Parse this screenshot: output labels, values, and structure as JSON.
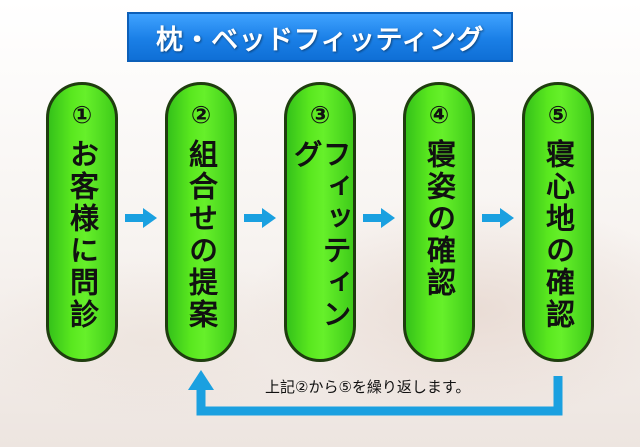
{
  "title": "枕・ベッドフィッティング",
  "steps": [
    {
      "num": "①",
      "label": "お客様に問診"
    },
    {
      "num": "②",
      "label": "組合せの提案"
    },
    {
      "num": "③",
      "label": "フィッティング"
    },
    {
      "num": "④",
      "label": "寝姿の確認"
    },
    {
      "num": "⑤",
      "label": "寝心地の確認"
    }
  ],
  "note": "上記②から⑤を繰り返します。",
  "colors": {
    "title_bg": "#1a7fe6",
    "pill_green": "#5ae81f",
    "arrow_blue": "#1aa0e0"
  },
  "icons": [
    "arrow-right-icon",
    "loop-arrow-icon"
  ]
}
